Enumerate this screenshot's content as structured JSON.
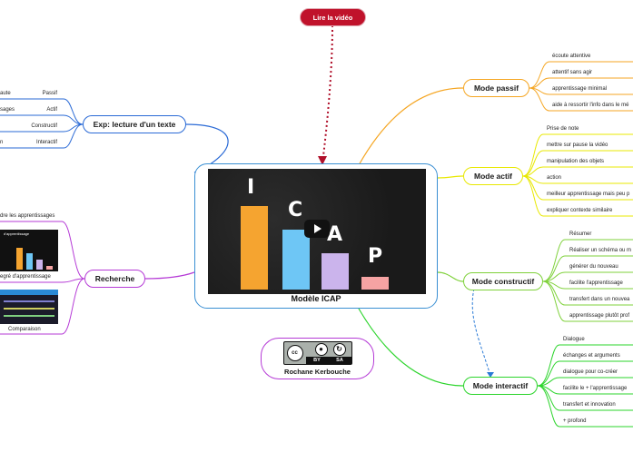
{
  "center": {
    "caption": "Modèle ICAP",
    "letters": [
      "I",
      "C",
      "A",
      "P"
    ],
    "bar_colors": [
      "#f5a430",
      "#6ec6f5",
      "#cbb4ec",
      "#f5a3a3"
    ]
  },
  "video_link": {
    "label": "Lire la vidéo",
    "color": "#c0122b"
  },
  "license": {
    "cc": "cc",
    "by": "BY",
    "sa": "SA",
    "author": "Rochane Kerbouche"
  },
  "left": {
    "exp": {
      "title": "Exp: lecture d'un texte",
      "rows": [
        {
          "left": "aute",
          "right": "Passif"
        },
        {
          "left": "sages",
          "right": "Actif"
        },
        {
          "left": "",
          "right": "Constructif"
        },
        {
          "left": "n",
          "right": "Interactif"
        }
      ]
    },
    "recherche": {
      "title": "Recherche",
      "items": [
        "dre les apprentissages",
        "egré d'apprentissage",
        "Comparaison"
      ],
      "thumb_title": "d'apprentissage"
    }
  },
  "right": {
    "passif": {
      "title": "Mode passif",
      "items": [
        "écoute attentive",
        "attentif sans agir",
        "apprentissage minimal",
        "aide à ressortir l'info dans le mé"
      ]
    },
    "actif": {
      "title": "Mode actif",
      "items": [
        "Prise de note",
        "mettre sur pause la vidéo",
        "manipulation des objets",
        "action",
        "meilleur apprentissage mais peu p",
        "expliquer contexte similaire"
      ]
    },
    "constructif": {
      "title": "Mode constructif",
      "items": [
        "Résumer",
        "Réaliser un schéma ou m",
        "générer du nouveau",
        "facilite l'apprentissage",
        "transfert dans un nouvea",
        "apprentissage plutôt prof"
      ]
    },
    "interactif": {
      "title": "Mode interactif",
      "items": [
        "Dialogue",
        "échanges et arguments",
        "dialogue pour co-créer",
        "facilite le + l'apprentissage",
        "transfert et innovation",
        "+ profond"
      ]
    }
  },
  "colors": {
    "passif": "#f5a623",
    "actif": "#e8e800",
    "constructif": "#7fd13b",
    "interactif": "#2bd42b",
    "exp": "#2a6ad6",
    "recherche": "#b53ad6"
  }
}
